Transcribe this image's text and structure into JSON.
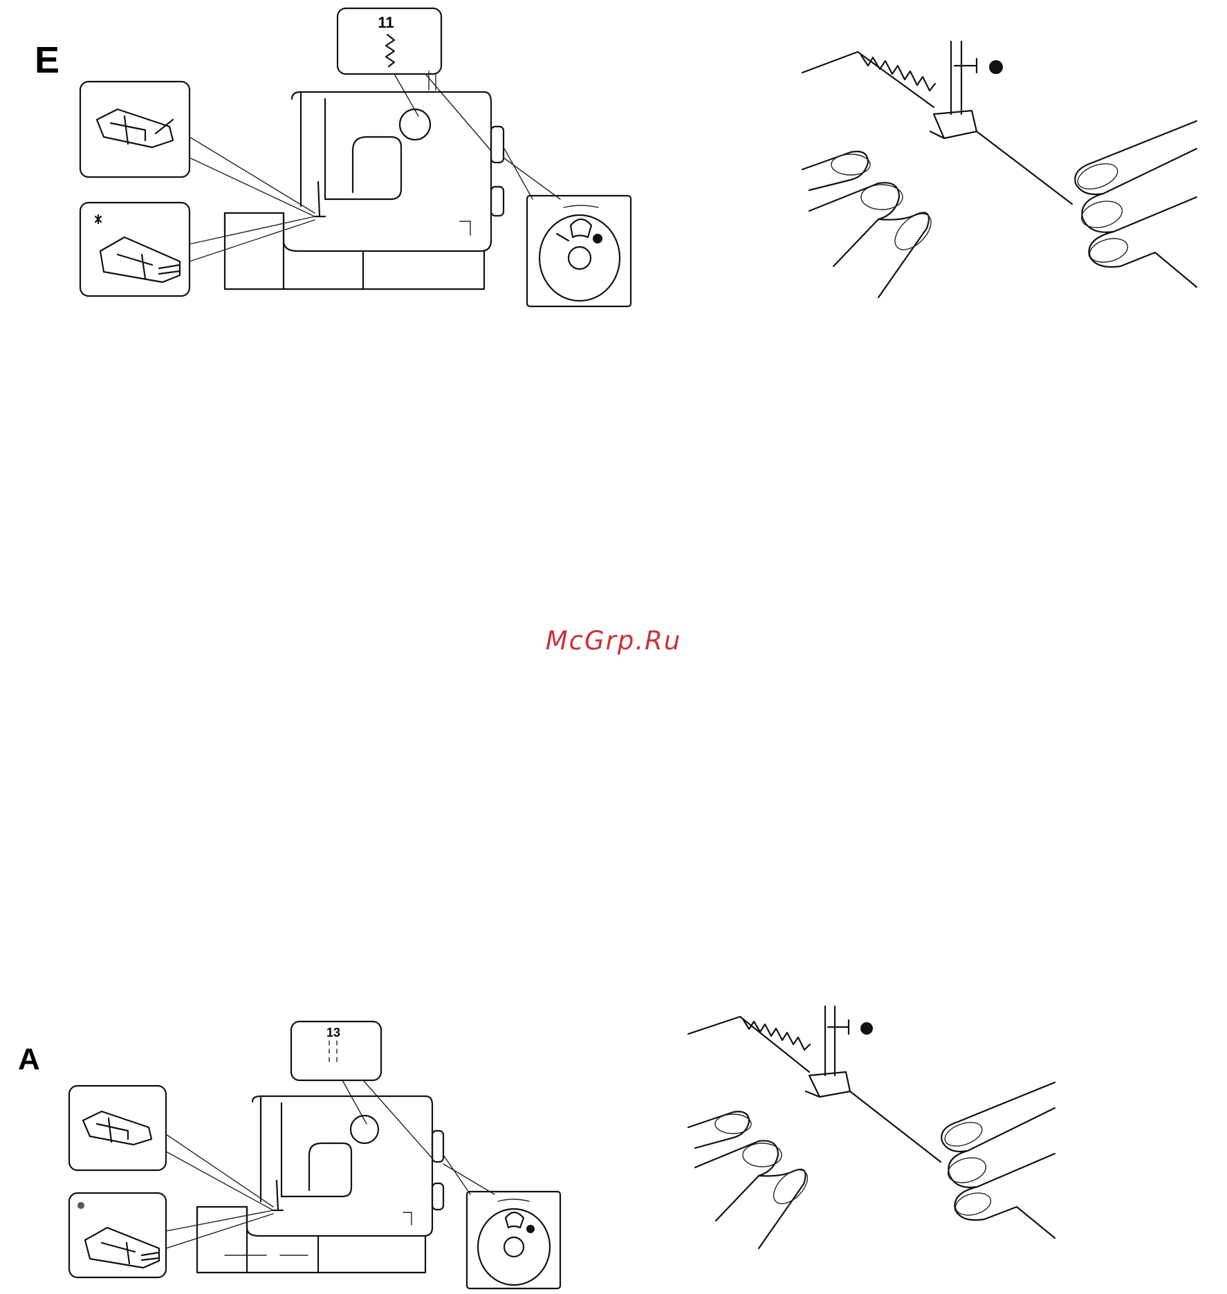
{
  "sections": [
    {
      "letter": "E",
      "pattern_number": "11"
    },
    {
      "letter": "A",
      "pattern_number": "13"
    }
  ],
  "watermark": "McGrp.Ru",
  "icons": [
    "presser-foot-icon",
    "overcasting-foot-icon",
    "stitch-length-dial-icon",
    "sewing-machine-icon",
    "hands-guiding-fabric-icon"
  ],
  "colors": {
    "ink": "#111111",
    "watermark": "#c8343a",
    "background": "#ffffff"
  }
}
